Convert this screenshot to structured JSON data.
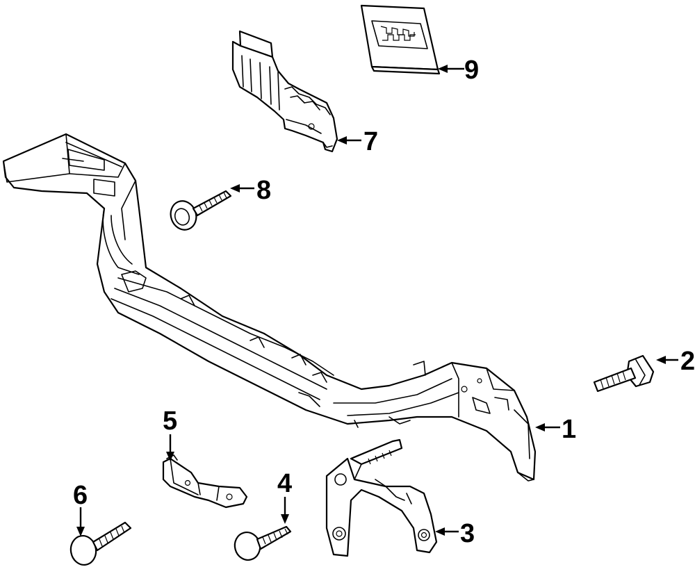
{
  "diagram": {
    "callouts": [
      {
        "number": "1",
        "part": "reinforcement-beam"
      },
      {
        "number": "2",
        "part": "bolt"
      },
      {
        "number": "3",
        "part": "tow-hook-bracket"
      },
      {
        "number": "4",
        "part": "screw"
      },
      {
        "number": "5",
        "part": "mounting-bracket"
      },
      {
        "number": "6",
        "part": "screw"
      },
      {
        "number": "7",
        "part": "energy-absorber"
      },
      {
        "number": "8",
        "part": "screw"
      },
      {
        "number": "9",
        "part": "absorber-pad"
      }
    ]
  }
}
